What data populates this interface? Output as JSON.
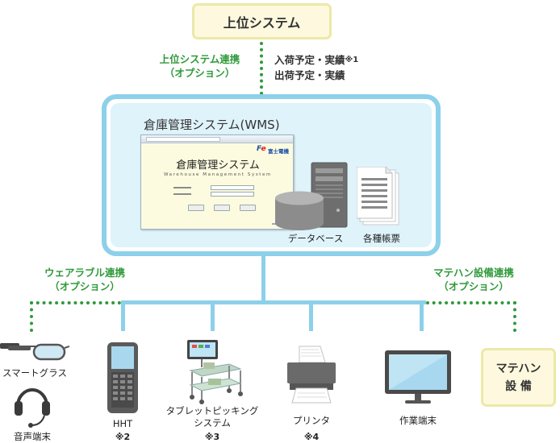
{
  "upper_system": {
    "label": "上位システム"
  },
  "upper_link": {
    "line1": "上位システム連携",
    "line2": "（オプション）"
  },
  "upper_flows": {
    "line1": "入荷予定・実績",
    "line1_note": "※1",
    "line2": "出荷予定・実績"
  },
  "wms": {
    "title": "倉庫管理システム(WMS)",
    "screen_title": "倉庫管理システム",
    "screen_subtitle": "Warehouse Management System",
    "screen_logo": "富士電機",
    "database_label": "データベース",
    "reports_label": "各種帳票"
  },
  "wearable_link": {
    "line1": "ウェアラブル連携",
    "line2": "（オプション）"
  },
  "material_link": {
    "line1": "マテハン設備連携",
    "line2": "（オプション）"
  },
  "devices": {
    "smart_glass": "スマートグラス",
    "voice_terminal": "音声端末",
    "hht": "HHT",
    "hht_note": "※2",
    "tablet_line1": "タブレットピッキング",
    "tablet_line2": "システム",
    "tablet_note": "※3",
    "printer": "プリンタ",
    "printer_note": "※4",
    "work_terminal": "作業端末"
  },
  "material_equipment": {
    "line1": "マテハン",
    "line2": "設 備"
  },
  "colors": {
    "connector_blue": "#8dd0ea",
    "option_green": "#2f9a3a",
    "wms_panel": "#dff3fb"
  }
}
